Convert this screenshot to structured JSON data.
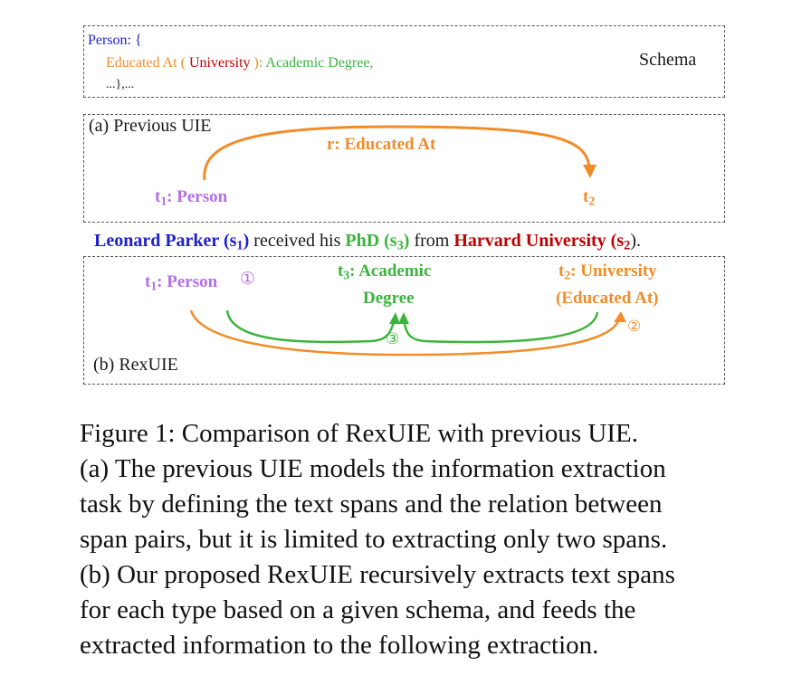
{
  "figure": {
    "schema": {
      "line1": "Person: {",
      "line2_type": "Educated At",
      "line2_paren_open": " ( ",
      "line2_arg": "University",
      "line2_paren_close": " ): ",
      "line2_value": "Academic Degree,",
      "line3": "...},...",
      "label": "Schema"
    },
    "previous_uie": {
      "label": "(a) Previous UIE",
      "relation": "r: Educated At",
      "t1": "t",
      "t1_sub": "1",
      "t1_rest": ": Person",
      "t2": "t",
      "t2_sub": "2"
    },
    "sentence": {
      "entity1": "Leonard Parker (s",
      "entity1_sub": "1",
      "entity1_close": ")",
      "mid1": " received his ",
      "entity3": "PhD (s",
      "entity3_sub": "3",
      "entity3_close": ")",
      "mid2": " from ",
      "entity2": "Harvard University (s",
      "entity2_sub": "2",
      "entity2_close": ").",
      "end": ""
    },
    "rexuie": {
      "label": "(b) RexUIE",
      "t1": "t",
      "t1_sub": "1",
      "t1_rest": ": Person",
      "step1": "①",
      "t3": "t",
      "t3_sub": "3",
      "t3_rest": ": Academic",
      "t3_line2": "Degree",
      "t2": "t",
      "t2_sub": "2",
      "t2_rest": ": University",
      "t2_line2": "(Educated At)",
      "step2": "②",
      "step3": "③"
    },
    "colors": {
      "orange": "#f28c28",
      "green": "#3cb43c",
      "purple": "#b46ee6",
      "blue": "#1e1ed2",
      "red": "#c00000"
    }
  },
  "caption": {
    "line1": "Figure 1: Comparison of RexUIE with previous UIE.",
    "line2": "(a) The previous UIE models the information extraction",
    "line3": "task by defining the text spans and the relation between",
    "line4": "span pairs, but it is limited to extracting only two spans.",
    "line5": "(b) Our proposed RexUIE recursively extracts text spans",
    "line6": "for each type based on a given schema, and feeds the",
    "line7": "extracted information to the following extraction."
  }
}
